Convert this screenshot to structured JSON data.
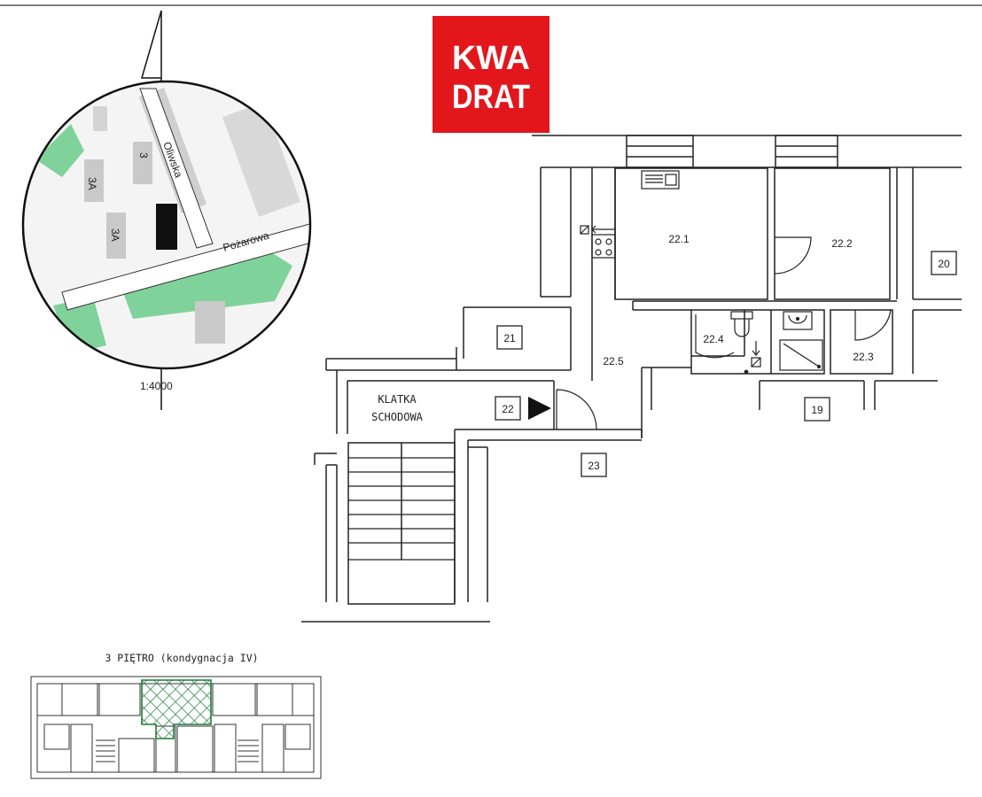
{
  "logo": {
    "line1": "KWA",
    "line2": "DRAT",
    "color": "#e3161c"
  },
  "map": {
    "scale": "1:4000",
    "street_1": "Oliwska",
    "street_2": "Pożarowa",
    "building_label_1": "3A",
    "building_label_2": "3",
    "building_label_3": "3A",
    "green_color": "#7fd39a"
  },
  "plan": {
    "rooms": {
      "r22_1": "22.1",
      "r22_2": "22.2",
      "r22_3": "22.3",
      "r22_4": "22.4",
      "r22_5": "22.5"
    },
    "units": {
      "u19": "19",
      "u20": "20",
      "u21": "21",
      "u22": "22",
      "u23": "23"
    },
    "stairwell": {
      "line1": "KLATKA",
      "line2": "SCHODOWA"
    }
  },
  "key_plan": {
    "title": "3 PIĘTRO (kondygnacja IV)",
    "highlight_color": "#1e7a3a"
  }
}
